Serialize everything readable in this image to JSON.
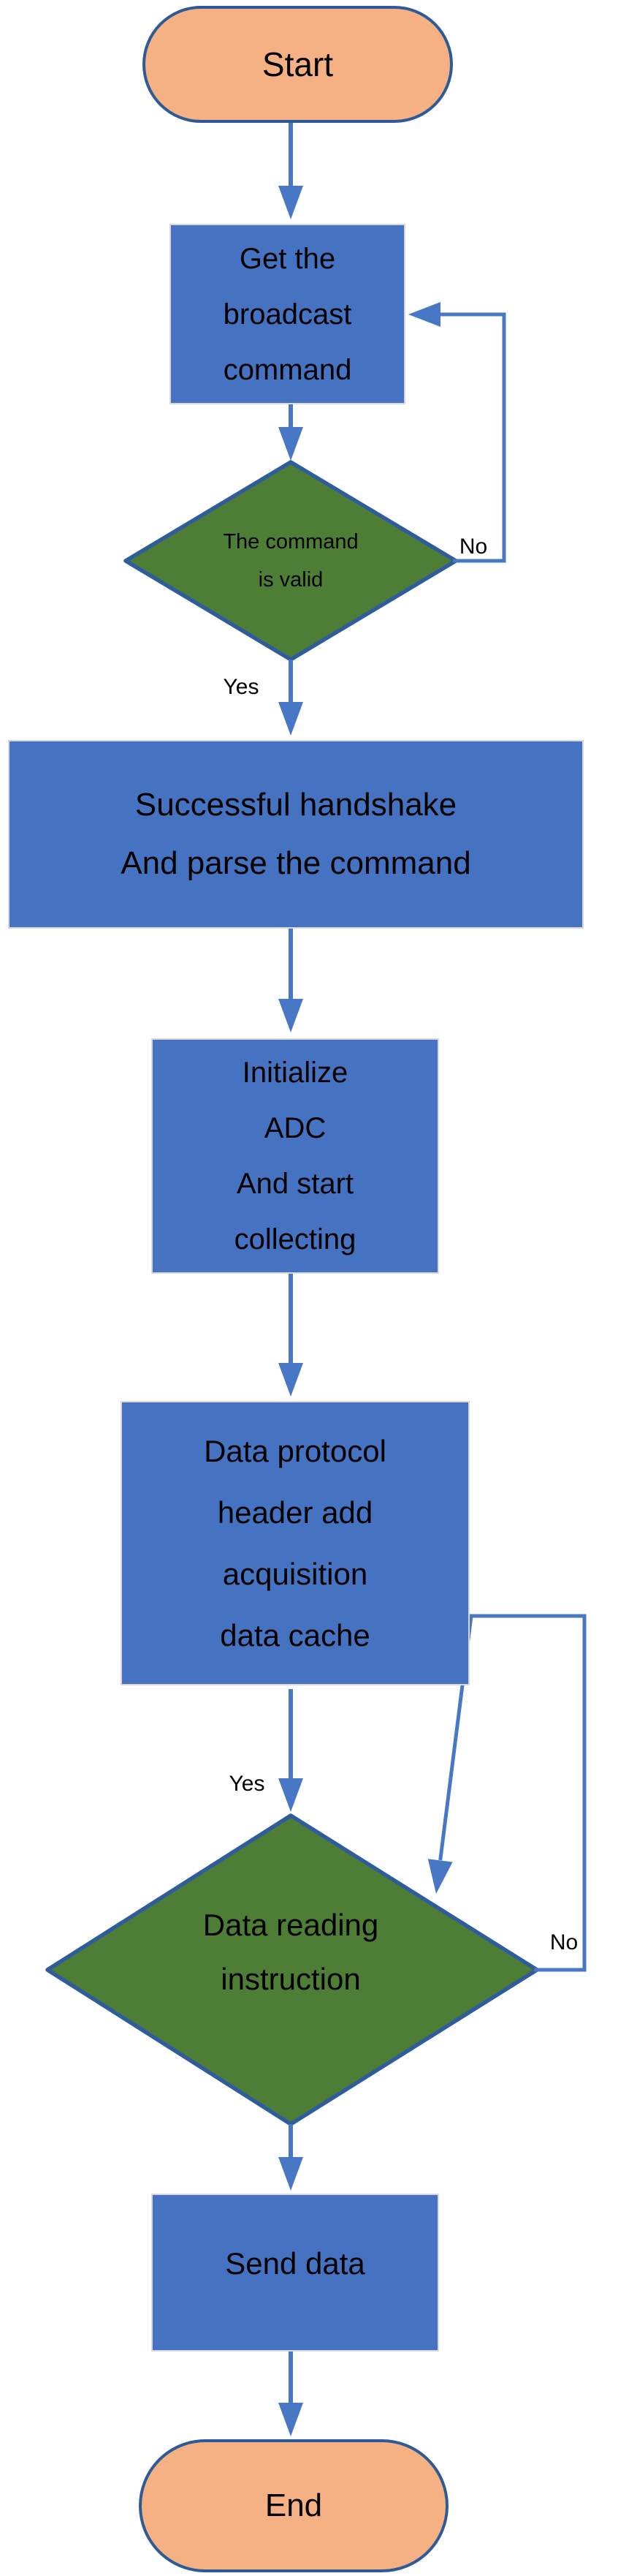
{
  "diagram": {
    "type": "flowchart",
    "nodes": {
      "start": {
        "label": "Start"
      },
      "get_broadcast": {
        "lines": [
          "Get the",
          "broadcast",
          "command"
        ]
      },
      "cmd_valid": {
        "lines": [
          "The command",
          "is valid"
        ]
      },
      "handshake": {
        "lines": [
          "Successful handshake",
          "And parse the command"
        ]
      },
      "init_adc": {
        "lines": [
          "Initialize",
          "ADC",
          "And start",
          "collecting"
        ]
      },
      "protocol": {
        "lines": [
          "Data protocol",
          "header add",
          "acquisition",
          "data cache"
        ]
      },
      "data_reading": {
        "lines": [
          "Data reading",
          "instruction"
        ]
      },
      "send_data": {
        "label": "Send data"
      },
      "end": {
        "label": "End"
      }
    },
    "edge_labels": {
      "yes1": "Yes",
      "no1": "No",
      "yes2": "Yes",
      "no2": "No"
    },
    "colors": {
      "terminator_fill": "#F5B183",
      "terminator_border": "#2E5B97",
      "process_fill": "#4673C1",
      "process_border": "#D8D8D8",
      "decision_fill": "#4E7D36",
      "decision_border": "#2F5D9C",
      "connector": "#4877C5",
      "text": "#000000"
    }
  }
}
